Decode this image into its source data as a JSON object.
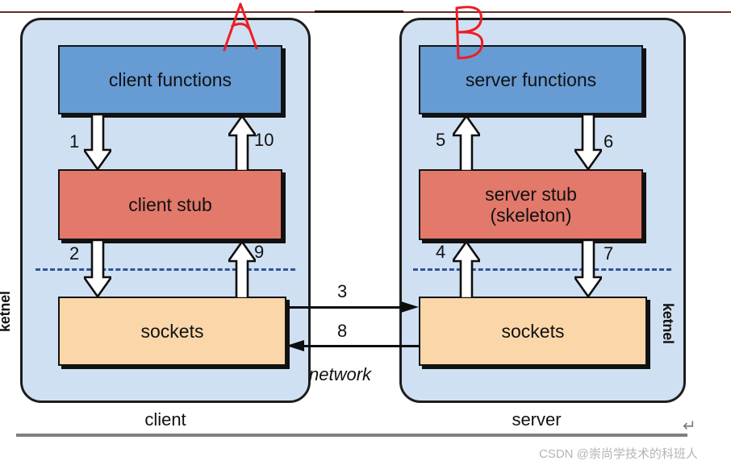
{
  "figure": {
    "title_top_rule": "",
    "network_label": "network",
    "kernel_label_left": "ketnel",
    "kernel_label_right": "ketnel",
    "caption_left": "client",
    "caption_right": "server",
    "return_glyph": "↵",
    "watermark": "CSDN @崇尚学技术的科班人"
  },
  "colors": {
    "panel_bg": "#cfe0f2",
    "functions_box": "#669bd4",
    "stub_box": "#e2796a",
    "sockets_box": "#fad6a9",
    "kernel_divider": "#2f5496",
    "annotation_red": "#ee1c24",
    "outline": "#131313",
    "bottom_rule": "#808080",
    "watermark": "#b4b4b4"
  },
  "annotations": [
    {
      "id": "A",
      "label": "A",
      "target": "client panel"
    },
    {
      "id": "B",
      "label": "B",
      "target": "server panel"
    }
  ],
  "client": {
    "functions": "client functions",
    "stub": "client stub",
    "sockets": "sockets"
  },
  "server": {
    "functions": "server functions",
    "stub_line1": "server stub",
    "stub_line2": "(skeleton)",
    "sockets": "sockets"
  },
  "steps": {
    "s1": "1",
    "s2": "2",
    "s3": "3",
    "s4": "4",
    "s5": "5",
    "s6": "6",
    "s7": "7",
    "s8": "8",
    "s9": "9",
    "s10": "10"
  },
  "flow": [
    {
      "n": "1",
      "from": "client functions",
      "to": "client stub",
      "direction": "down"
    },
    {
      "n": "2",
      "from": "client stub",
      "to": "client sockets",
      "direction": "down"
    },
    {
      "n": "3",
      "from": "client sockets",
      "to": "server sockets",
      "direction": "right"
    },
    {
      "n": "4",
      "from": "server sockets",
      "to": "server stub",
      "direction": "up"
    },
    {
      "n": "5",
      "from": "server stub",
      "to": "server functions",
      "direction": "up"
    },
    {
      "n": "6",
      "from": "server functions",
      "to": "server stub",
      "direction": "down"
    },
    {
      "n": "7",
      "from": "server stub",
      "to": "server sockets",
      "direction": "down"
    },
    {
      "n": "8",
      "from": "server sockets",
      "to": "client sockets",
      "direction": "left"
    },
    {
      "n": "9",
      "from": "client sockets",
      "to": "client stub",
      "direction": "up"
    },
    {
      "n": "10",
      "from": "client stub",
      "to": "client functions",
      "direction": "up"
    }
  ]
}
